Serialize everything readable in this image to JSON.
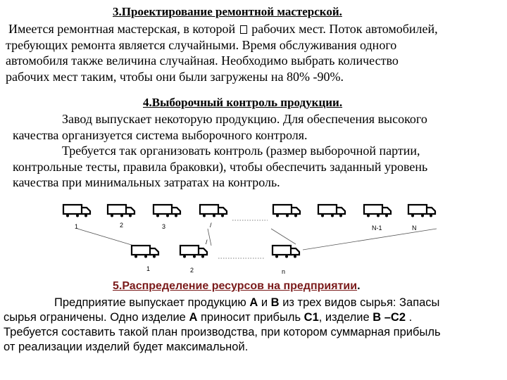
{
  "s3": {
    "title": "3.Проектирование ремонтной мастерской",
    "line1a": "Имеется ремонтная мастерская, в которой",
    "line1b": "рабочих мест. Поток автомобилей,",
    "line2": "требующих ремонта является случайными. Время обслуживания одного",
    "line3": "автомобиля также величина случайная. Необходимо выбрать количество",
    "line4": "рабочих мест таким, чтобы они были загружены на 80% -90%."
  },
  "s4": {
    "title": "4.Выборочный контроль продукции",
    "line1": "Завод выпускает некоторую продукцию. Для обеспечения высокого",
    "line2": "качества организуется система выборочного контроля.",
    "line3": "Требуется так организовать контроль (размер выборочной партии,",
    "line4": "контрольные тесты, правила браковки), чтобы обеспечить заданный уровень",
    "line5": "качества при минимальных затратах на контроль."
  },
  "diagram": {
    "top_labels": [
      "1",
      "2",
      "3",
      "/",
      "/",
      "N-1",
      "N"
    ],
    "bottom_labels": [
      "1",
      "2",
      "n"
    ]
  },
  "s5": {
    "title": "5.Распределение ресурсов на предприятии",
    "l1a": "Предприятие выпускает продукцию",
    "A": "А",
    "and": "и",
    "B": "В",
    "l1b": "из трех видов сырья: Запасы",
    "l2a": "сырья ограничены. Одно изделие",
    "l2b": "приносит прибыль",
    "C1": "С1",
    "l2c": ", изделие",
    "C2": "В –С2",
    "l3": "Требуется составить такой план производства, при котором суммарная прибыль",
    "l4": "от реализации изделий будет максимальной."
  }
}
